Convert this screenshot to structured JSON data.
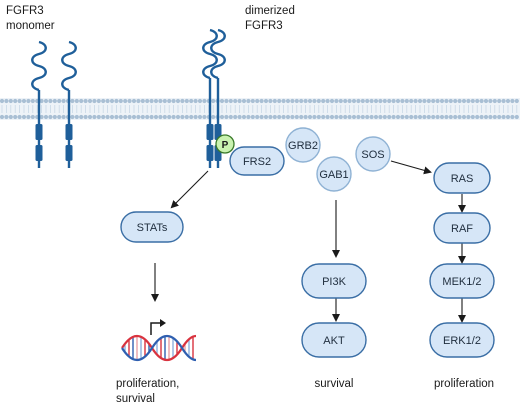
{
  "labels": {
    "monomer_line1": "FGFR3",
    "monomer_line2": "monomer",
    "dimer_line1": "dimerized",
    "dimer_line2": "FGFR3",
    "phospho": "P",
    "outcome_left_line1": "proliferation,",
    "outcome_left_line2": "survival",
    "outcome_mid": "survival",
    "outcome_right": "proliferation"
  },
  "nodes": {
    "frs2": "FRS2",
    "grb2": "GRB2",
    "gab1": "GAB1",
    "sos": "SOS",
    "stats": "STATs",
    "ras": "RAS",
    "raf": "RAF",
    "mek": "MEK1/2",
    "erk": "ERK1/2",
    "pi3k": "PI3K",
    "akt": "AKT"
  },
  "colors": {
    "receptor": "#1f5f9a",
    "node_fill": "#d6e6f7",
    "node_stroke": "#3a6ea5",
    "membrane": "#a9bfd4",
    "phospho_fill": "#c9f2b0",
    "dna_red": "#d9333f",
    "dna_blue": "#2f5fb0"
  },
  "icons": {
    "dna": "dna-helix-icon",
    "transcription": "transcription-start-arrow-icon"
  }
}
